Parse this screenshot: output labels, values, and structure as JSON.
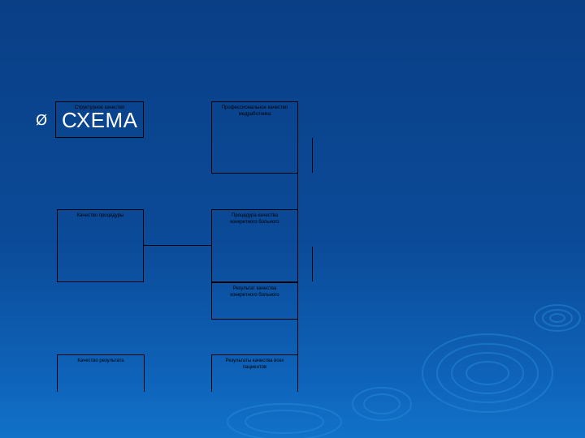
{
  "slide": {
    "bullet_glyph": "Ø",
    "heading": "СХЕМА"
  },
  "diagram": {
    "boxes": [
      {
        "id": "structure-quality",
        "text": "Структурное качество"
      },
      {
        "id": "professional-quality",
        "text": "Профессиональное качество медработника"
      },
      {
        "id": "process-quality",
        "text": "Качество процедуры"
      },
      {
        "id": "process-quality-patient",
        "text": "Процедура качества конкретного больного"
      },
      {
        "id": "result-quality-patient",
        "text": "Результат качества конкретного больного"
      },
      {
        "id": "result-quality",
        "text": "Качество результата"
      },
      {
        "id": "result-quality-all",
        "text": "Результаты качества всех пациентов"
      }
    ]
  },
  "colors": {
    "background_top": "#0a3f86",
    "background_bottom": "#1172c8",
    "heading": "#ffffff",
    "lines": "#000000"
  }
}
